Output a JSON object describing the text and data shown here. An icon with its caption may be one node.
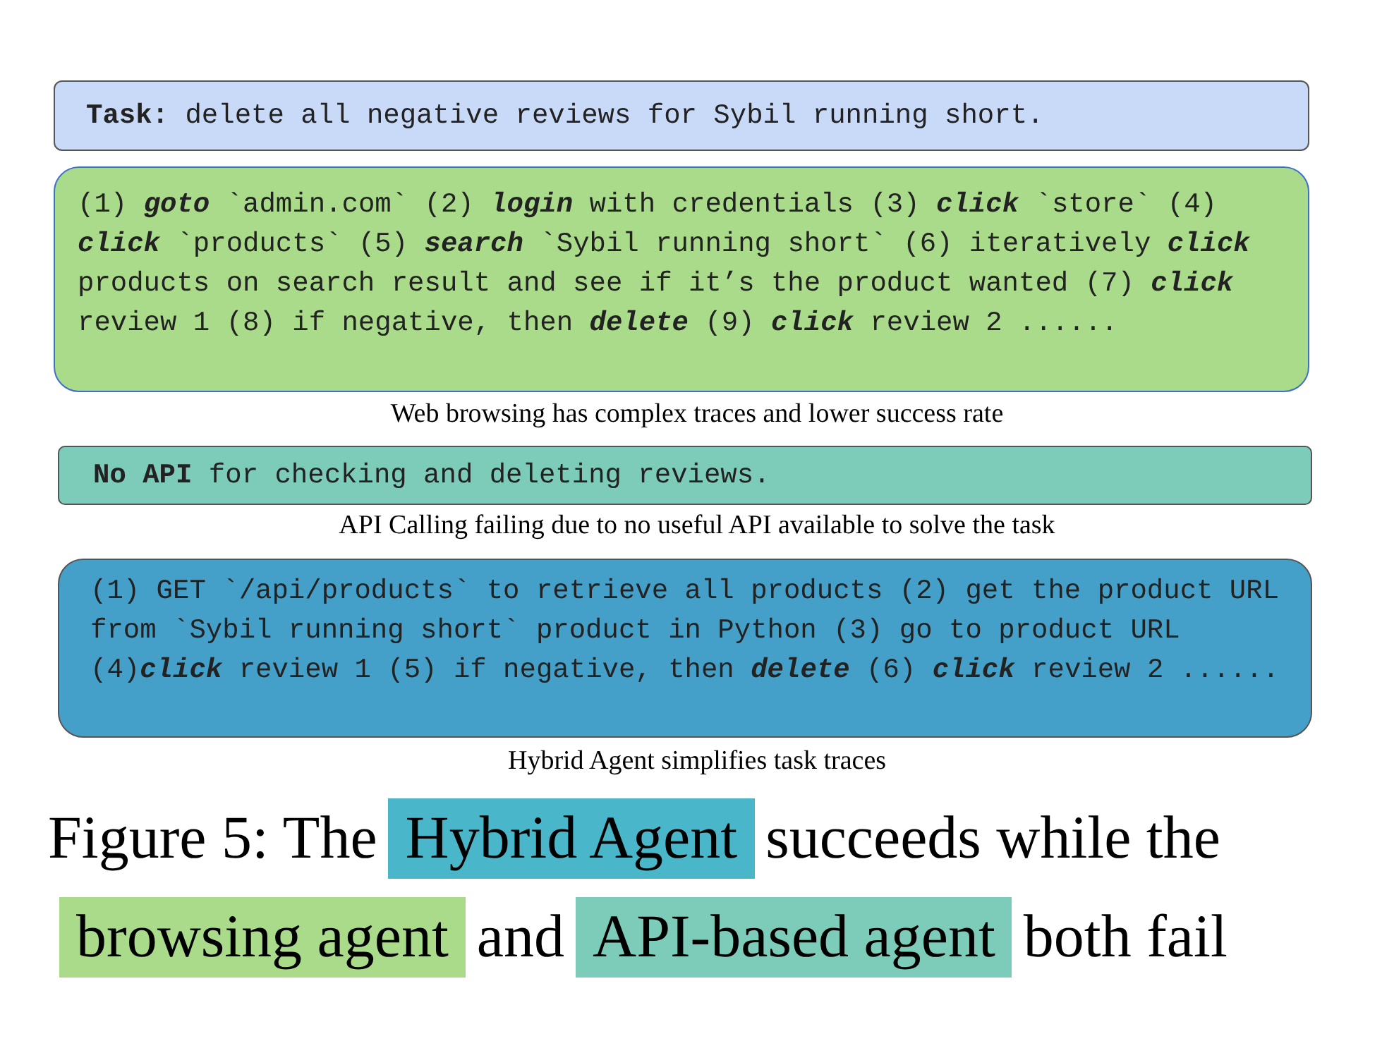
{
  "diagram": {
    "nodes": [
      {
        "text": [
          "**Task:** delete all negative reviews for Sybil running short."
        ]
      },
      {
        "text": [
          "(1) **goto** `admin.com` (2) **login** with credentials (3) **click** `store` (4) **click** `products` (5) **search** `Sybil running short` (6) iteratively **click** products on search result and see if it’s the product wanted (7) **click** review 1 (8) if negative, then **delete** (9) **click** review 2 ......"
        ],
        "beside": [
          "Web browsing has complex traces and lower success rate"
        ]
      },
      {
        "text": [
          "**No API** for checking and deleting reviews."
        ],
        "beside": [
          "API Calling failing due to no useful API available to solve the task"
        ]
      },
      {
        "text": [
          "(1) GET `/api/products` to retrieve all products (2) get the product URL from `Sybil running short` product in Python (3) go to product URL (4)**click** review 1 (5) if negative, then **delete** (6) **click** review 2 ......"
        ],
        "beside": [
          "Hybrid Agent simplifies task traces"
        ]
      }
    ],
    "labels": [
      "Figure 5: The",
      "succeeds while the",
      "and",
      "both fail"
    ],
    "legend": [
      {
        "text": "Hybrid Agent",
        "color": "#4ab6c9"
      },
      {
        "text": "browsing agent",
        "color": "#a9db8a"
      },
      {
        "text": "API-based agent",
        "color": "#7dcbb9"
      }
    ]
  }
}
